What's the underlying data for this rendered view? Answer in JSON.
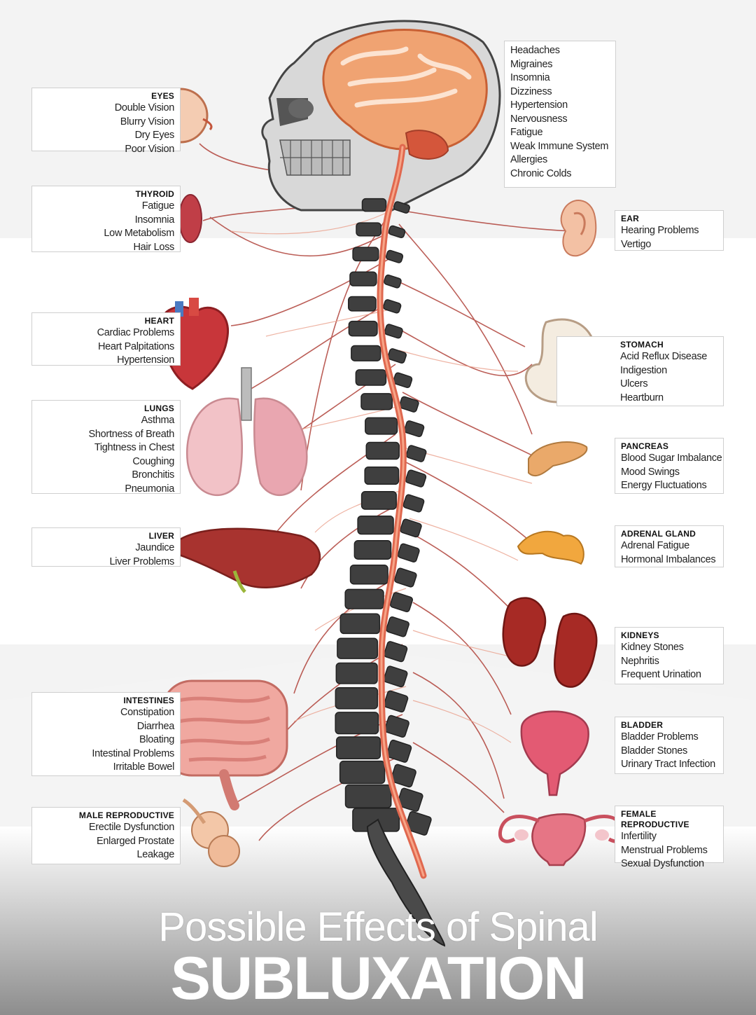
{
  "title": {
    "line1": "Possible Effects of Spinal",
    "line2": "SUBLUXATION"
  },
  "colors": {
    "nerve": "#b0423a",
    "spinal_cord": "#e0684f",
    "vertebra": "#3f3f3f",
    "footer_gradient_end": "#8d8d8d"
  },
  "sections": {
    "eyes": {
      "heading": "EYES",
      "items": [
        "Double Vision",
        "Blurry Vision",
        "Dry Eyes",
        "Poor Vision"
      ]
    },
    "thyroid": {
      "heading": "THYROID",
      "items": [
        "Fatigue",
        "Insomnia",
        "Low Metabolism",
        "Hair Loss"
      ]
    },
    "heart": {
      "heading": "HEART",
      "items": [
        "Cardiac Problems",
        "Heart Palpitations",
        "Hypertension"
      ]
    },
    "lungs": {
      "heading": "LUNGS",
      "items": [
        "Asthma",
        "Shortness of Breath",
        "Tightness in Chest",
        "Coughing",
        "Bronchitis",
        "Pneumonia"
      ]
    },
    "liver": {
      "heading": "LIVER",
      "items": [
        "Jaundice",
        "Liver Problems"
      ]
    },
    "intestines": {
      "heading": "INTESTINES",
      "items": [
        "Constipation",
        "Diarrhea",
        "Bloating",
        "Intestinal Problems",
        "Irritable Bowel"
      ]
    },
    "male_reproductive": {
      "heading": "MALE REPRODUCTIVE",
      "items": [
        "Erectile Dysfunction",
        "Enlarged Prostate",
        "Leakage"
      ]
    },
    "brain": {
      "items": [
        "Headaches",
        "Migraines",
        "Insomnia",
        "Dizziness",
        "Hypertension",
        "Nervousness",
        "Fatigue",
        "Weak Immune System",
        "Allergies",
        "Chronic Colds"
      ]
    },
    "ear": {
      "heading": "EAR",
      "items": [
        "Hearing Problems",
        "Vertigo"
      ]
    },
    "stomach": {
      "heading": "STOMACH",
      "items": [
        "Acid Reflux Disease",
        "Indigestion",
        "Ulcers",
        "Heartburn"
      ]
    },
    "pancreas": {
      "heading": "PANCREAS",
      "items": [
        "Blood Sugar Imbalance",
        "Mood Swings",
        "Energy Fluctuations"
      ]
    },
    "adrenal": {
      "heading": "ADRENAL GLAND",
      "items": [
        "Adrenal Fatigue",
        "Hormonal Imbalances"
      ]
    },
    "kidneys": {
      "heading": "KIDNEYS",
      "items": [
        "Kidney Stones",
        "Nephritis",
        "Frequent Urination"
      ]
    },
    "bladder": {
      "heading": "BLADDER",
      "items": [
        "Bladder Problems",
        "Bladder Stones",
        "Urinary Tract Infection"
      ]
    },
    "female_reproductive": {
      "heading": "FEMALE REPRODUCTIVE",
      "items": [
        "Infertility",
        "Menstrual Problems",
        "Sexual Dysfunction"
      ]
    }
  }
}
